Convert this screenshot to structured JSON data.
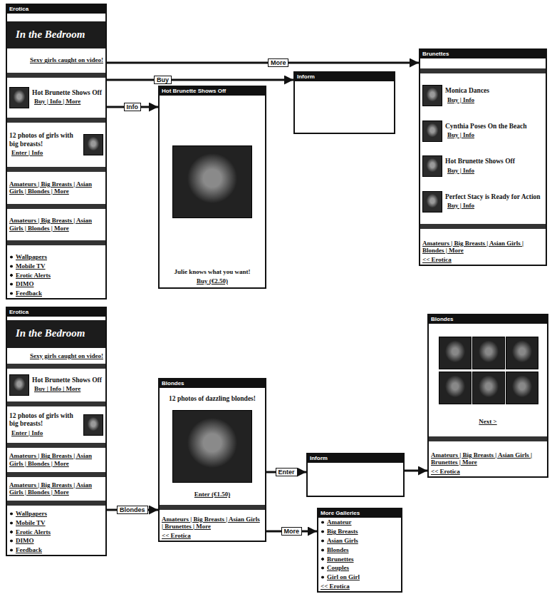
{
  "diagram": {
    "nodes": [
      {
        "text": [
          "Erotica",
          "In the Bedroom",
          "Sexy girls caught on video!",
          "Hot Brunette Shows Off",
          "Buy | Info | More",
          "12 photos of girls with big breasts!",
          "Enter | Info",
          "Amateurs | Big Breasts | Asian Girls | Blondes | More",
          "Amateurs | Big Breasts | Asian Girls | Blondes | More",
          "Wallpapers",
          "Mobile TV",
          "Erotic Alerts",
          "DIMO",
          "Feedback"
        ]
      },
      {
        "text": [
          "Hot Brunette Shows Off",
          "Julie knows what you want!",
          "Buy (€2.50)"
        ]
      },
      {
        "text": [
          "Inform"
        ]
      },
      {
        "text": [
          "Brunettes",
          "Monica Dances",
          "Buy | Info",
          "Cynthia Poses On the Beach",
          "Buy | Info",
          "Hot Brunette Shows Off",
          "Buy | Info",
          "Perfect Stacy is Ready for Action",
          "Buy | Info",
          "Amateurs | Big Breasts | Asian Girls | Blondes | More",
          "<< Erotica"
        ]
      },
      {
        "text": [
          "Erotica",
          "In the Bedroom",
          "Sexy girls caught on video!",
          "Hot Brunette Shows Off",
          "Buy | Info | More",
          "12 photos of girls with big breasts!",
          "Enter | Info",
          "Amateurs | Big Breasts | Asian Girls | Blondes | More",
          "Amateurs | Big Breasts | Asian Girls | Blondes | More",
          "Wallpapers",
          "Mobile TV",
          "Erotic Alerts",
          "DIMO",
          "Feedback"
        ]
      },
      {
        "text": [
          "Blondes",
          "12 photos of dazzling blondes!",
          "Enter (€1.50)",
          "Amateurs | Big Breasts | Asian Girls | Brunettes | More",
          "<< Erotica"
        ]
      },
      {
        "text": [
          "Inform"
        ]
      },
      {
        "text": [
          "Blondes",
          "Next >",
          "Amateurs | Big Breasts | Asian Girls | Brunettes | More",
          "<< Erotica"
        ]
      },
      {
        "text": [
          "More Galleries",
          "Amateur",
          "Big Breasts",
          "Asian Girls",
          "Blondes",
          "Brunettes",
          "Couples",
          "Girl on Girl",
          "<< Erotica"
        ]
      }
    ],
    "edges": [
      {
        "from": 0,
        "to": 3,
        "label": "More",
        "arrow": "to"
      },
      {
        "from": 0,
        "to": 2,
        "label": "Buy",
        "arrow": "to"
      },
      {
        "from": 0,
        "to": 1,
        "label": "Info",
        "arrow": "to"
      },
      {
        "from": 4,
        "to": 5,
        "label": "Blondes",
        "arrow": "to"
      },
      {
        "from": 5,
        "to": 6,
        "label": "Enter",
        "arrow": "to"
      },
      {
        "from": 5,
        "to": 8,
        "label": "More",
        "arrow": "to"
      },
      {
        "from": 6,
        "to": 7,
        "arrow": "to"
      }
    ]
  }
}
